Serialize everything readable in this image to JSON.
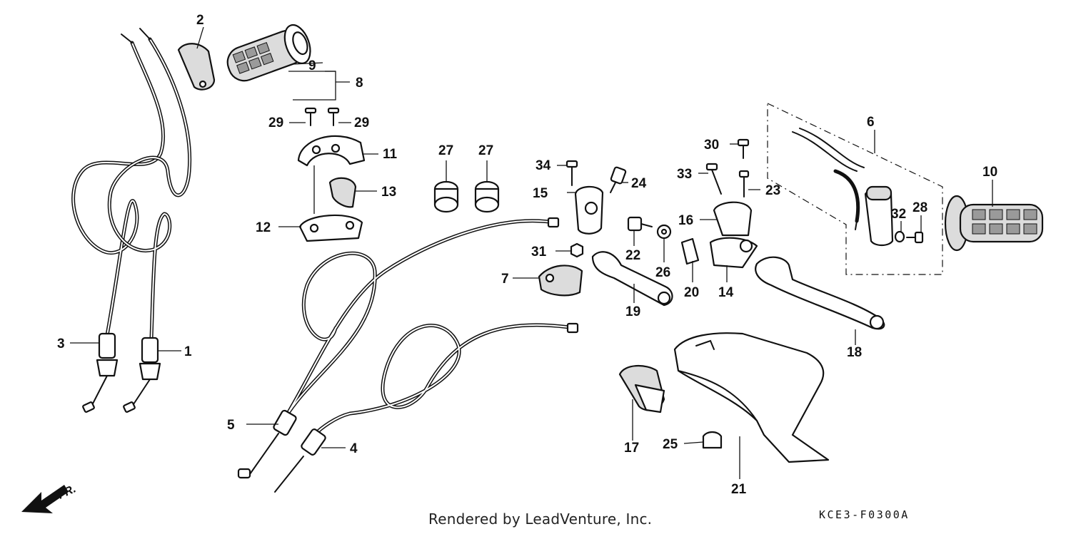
{
  "diagram": {
    "credit": "Rendered by LeadVenture, Inc.",
    "drawing_code": "KCE3-F0300A",
    "direction_label": "FR."
  },
  "callouts": {
    "c1": "1",
    "c2": "2",
    "c3": "3",
    "c4": "4",
    "c5": "5",
    "c6": "6",
    "c7": "7",
    "c8": "8",
    "c9": "9",
    "c10": "10",
    "c11": "11",
    "c12": "12",
    "c13": "13",
    "c14": "14",
    "c15": "15",
    "c16": "16",
    "c17": "17",
    "c18": "18",
    "c19": "19",
    "c20": "20",
    "c21": "21",
    "c22": "22",
    "c23": "23",
    "c24": "24",
    "c25": "25",
    "c26": "26",
    "c27a": "27",
    "c27b": "27",
    "c28": "28",
    "c29a": "29",
    "c29b": "29",
    "c30": "30",
    "c31": "31",
    "c32": "32",
    "c33": "33",
    "c34": "34"
  }
}
